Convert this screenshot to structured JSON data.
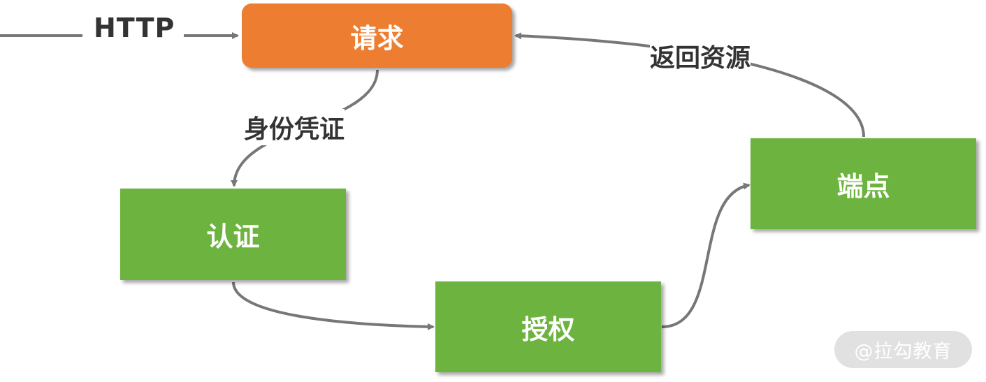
{
  "colors": {
    "request": "#ED7D31",
    "process": "#6DB33F",
    "edge": "#777777",
    "text": "#333333"
  },
  "nodes": {
    "request": "请求",
    "authentication": "认证",
    "authorization": "授权",
    "endpoint": "端点"
  },
  "edges": {
    "http": "HTTP",
    "credentials": "身份凭证",
    "return_resource": "返回资源"
  },
  "watermark": "@拉勾教育"
}
